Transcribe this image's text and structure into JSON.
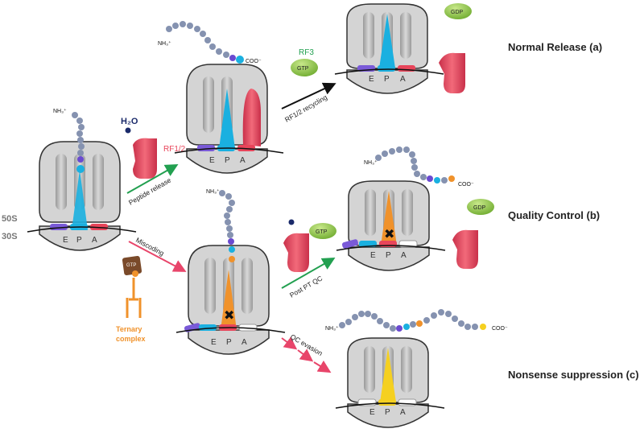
{
  "subunits": {
    "large": "50S",
    "small": "30S"
  },
  "sites": {
    "e": "E",
    "p": "P",
    "a": "A"
  },
  "molecules": {
    "water": "H₂O",
    "release_factor": "RF1/2",
    "rf3": "RF3",
    "gtp": "GTP",
    "gdp": "GDP",
    "nh3": "NH₃⁺",
    "coo": "COO⁻",
    "ternary_complex": [
      "Ternary",
      "complex"
    ]
  },
  "arrows": {
    "peptide_release": "Peptide release",
    "miscoding": "Miscoding",
    "recycling": "RF1/2 recycling",
    "post_pt_qc": "Post PT QC",
    "qc_evasion": "QC evasion"
  },
  "outcomes": {
    "normal": "Normal Release (a)",
    "quality": "Quality Control (b)",
    "nonsense": "Nonsense suppression (c)"
  },
  "colors": {
    "trna_cyan": "#1ab0e0",
    "trna_orange": "#f0922b",
    "trna_yellow": "#f5d020",
    "rf_red": "#e8455a",
    "gtp_green": "#8cc63f",
    "gtp_brown": "#7a4a2a",
    "arrow_green": "#22a050",
    "arrow_pink": "#e8456a",
    "arrow_black": "#111111",
    "ribosome_gray": "#bdbdbd"
  }
}
